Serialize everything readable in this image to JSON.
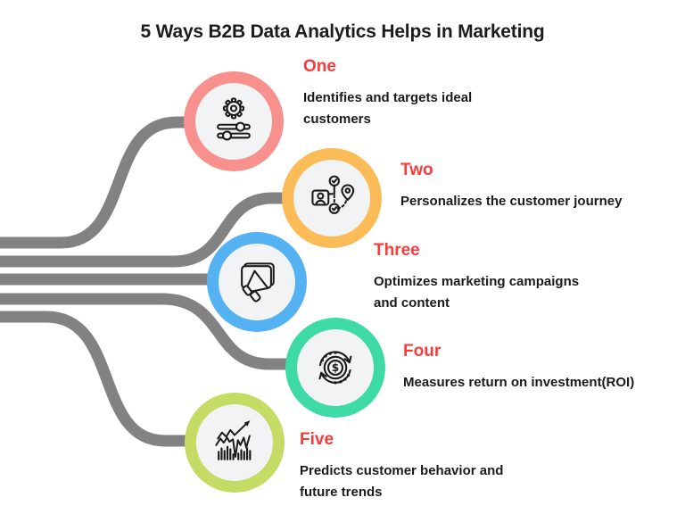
{
  "title": "5 Ways B2B Data Analytics Helps in Marketing",
  "colors": {
    "background": "#FFFFFF",
    "title_text": "#1C1C1C",
    "description_text": "#1B1B1B",
    "number_red": "#FA3B3B",
    "connector_gray": "#828282",
    "inner_disc": "#F2F3F4",
    "icon_line": "#1A1A1A"
  },
  "items": [
    {
      "number": "One",
      "description": "Identifies and targets ideal customers",
      "ring_color": "#F8908E",
      "icon": "gear-sliders-icon"
    },
    {
      "number": "Two",
      "description": "Personalizes the customer journey",
      "ring_color": "#FBBC58",
      "icon": "customer-journey-icon"
    },
    {
      "number": "Three",
      "description": "Optimizes marketing campaigns and content",
      "ring_color": "#55B2F2",
      "icon": "megaphone-icon"
    },
    {
      "number": "Four",
      "description": "Measures return on investment(ROI)",
      "ring_color": "#3EDAA5",
      "icon": "roi-cycle-icon"
    },
    {
      "number": "Five",
      "description": "Predicts customer behavior and future trends",
      "ring_color": "#C4DB64",
      "icon": "trend-chart-icon"
    }
  ]
}
